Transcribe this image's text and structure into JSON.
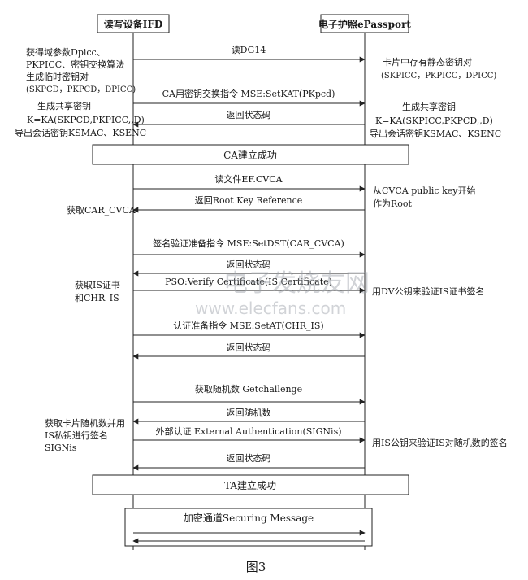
{
  "participants": {
    "left": "读写设备IFD",
    "right": "电子护照ePassport"
  },
  "messages": {
    "m1": "读DG14",
    "m2": "CA用密钥交换指令 MSE:SetKAT(PKpcd)",
    "m3": "返回状态码",
    "m4": "读文件EF.CVCA",
    "m5": "返回Root Key Reference",
    "m6": "签名验证准备指令 MSE:SetDST(CAR_CVCA)",
    "m7": "返回状态码",
    "m8": "PSO:Verify Certificate(IS Certificate)",
    "m9": "认证准备指令 MSE:SetAT(CHR_IS)",
    "m10": "返回状态码",
    "m11": "获取随机数 Getchallenge",
    "m12": "返回随机数",
    "m13": "外部认证 External Authentication(SIGNis)",
    "m14": "返回状态码"
  },
  "left_notes": {
    "n1_l1": "获得域参数Dpicc、",
    "n1_l2": "PKPICC、密钥交换算法",
    "n1_l3": "生成临时密钥对",
    "n1_l4": "(SKPCD，PKPCD，DPICC)",
    "n2_l1": "生成共享密钥",
    "n2_l2": "K=KA(SKPCD,PKPICC,,D)",
    "n2_l3": "导出会话密钥KSMAC、KSENC",
    "n3": "获取CAR_CVCA",
    "n4_l1": "获取IS证书",
    "n4_l2": "和CHR_IS",
    "n5_l1": "获取卡片随机数并用",
    "n5_l2": "IS私钥进行签名",
    "n5_l3": "SIGNis"
  },
  "right_notes": {
    "r1_l1": "卡片中存有静态密钥对",
    "r1_l2": "(SKPICC，PKPICC，DPICC)",
    "r2_l1": "生成共享密钥",
    "r2_l2": "K=KA(SKPICC,PKPCD,,D)",
    "r2_l3": "导出会话密钥KSMAC、KSENC",
    "r3_l1": "从CVCA public key开始",
    "r3_l2": "作为Root",
    "r4": "用DV公钥来验证IS证书签名",
    "r5": "用IS公钥来验证IS对随机数的签名"
  },
  "phases": {
    "ca": "CA建立成功",
    "ta": "TA建立成功",
    "secure": "加密通道Securing Message"
  },
  "watermark": {
    "cn": "电子发烧友网",
    "url": "www.elecfans.com"
  },
  "caption": "图3",
  "colors": {
    "line": "#222222",
    "text": "#1a1a1a",
    "watermark": "#9aa0a8"
  }
}
